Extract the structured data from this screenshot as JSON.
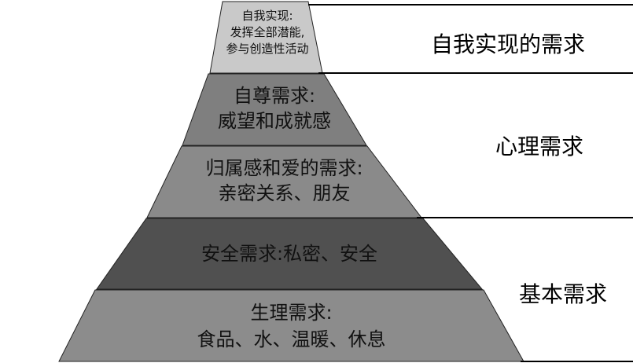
{
  "levels": [
    {
      "line1": "自我实现:",
      "line2": "发挥全部潜能,",
      "line3": "参与创造性活动",
      "fill": "#c9c9c9"
    },
    {
      "line1": "自尊需求:",
      "line2": "威望和成就感",
      "fill": "#7f7f7f"
    },
    {
      "line1": "归属感和爱的需求:",
      "line2": "亲密关系、朋友",
      "fill": "#8a8a8a"
    },
    {
      "line1": "安全需求:私密、安全",
      "fill": "#505050"
    },
    {
      "line1": "生理需求:",
      "line2": "食品、水、温暖、休息",
      "fill": "#8c8c8c"
    }
  ],
  "categories": {
    "self": "自我实现的需求",
    "psych": "心理需求",
    "basic": "基本需求"
  }
}
